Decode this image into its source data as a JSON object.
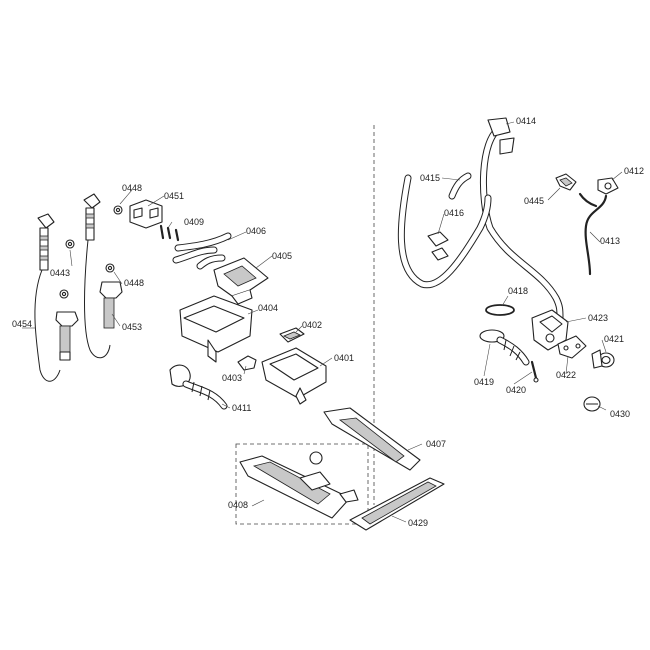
{
  "labels": {
    "p0448a": "0448",
    "p0451": "0451",
    "p0409": "0409",
    "p0406": "0406",
    "p0405": "0405",
    "p0443": "0443",
    "p0448b": "0448",
    "p0454": "0454",
    "p0453": "0453",
    "p0404": "0404",
    "p0402": "0402",
    "p0403": "0403",
    "p0401": "0401",
    "p0411": "0411",
    "p0407": "0407",
    "p0408": "0408",
    "p0429": "0429",
    "p0414": "0414",
    "p0415": "0415",
    "p0416": "0416",
    "p0445": "0445",
    "p0412": "0412",
    "p0413": "0413",
    "p0418": "0418",
    "p0423": "0423",
    "p0421": "0421",
    "p0419": "0419",
    "p0420": "0420",
    "p0422": "0422",
    "p0430": "0430"
  }
}
